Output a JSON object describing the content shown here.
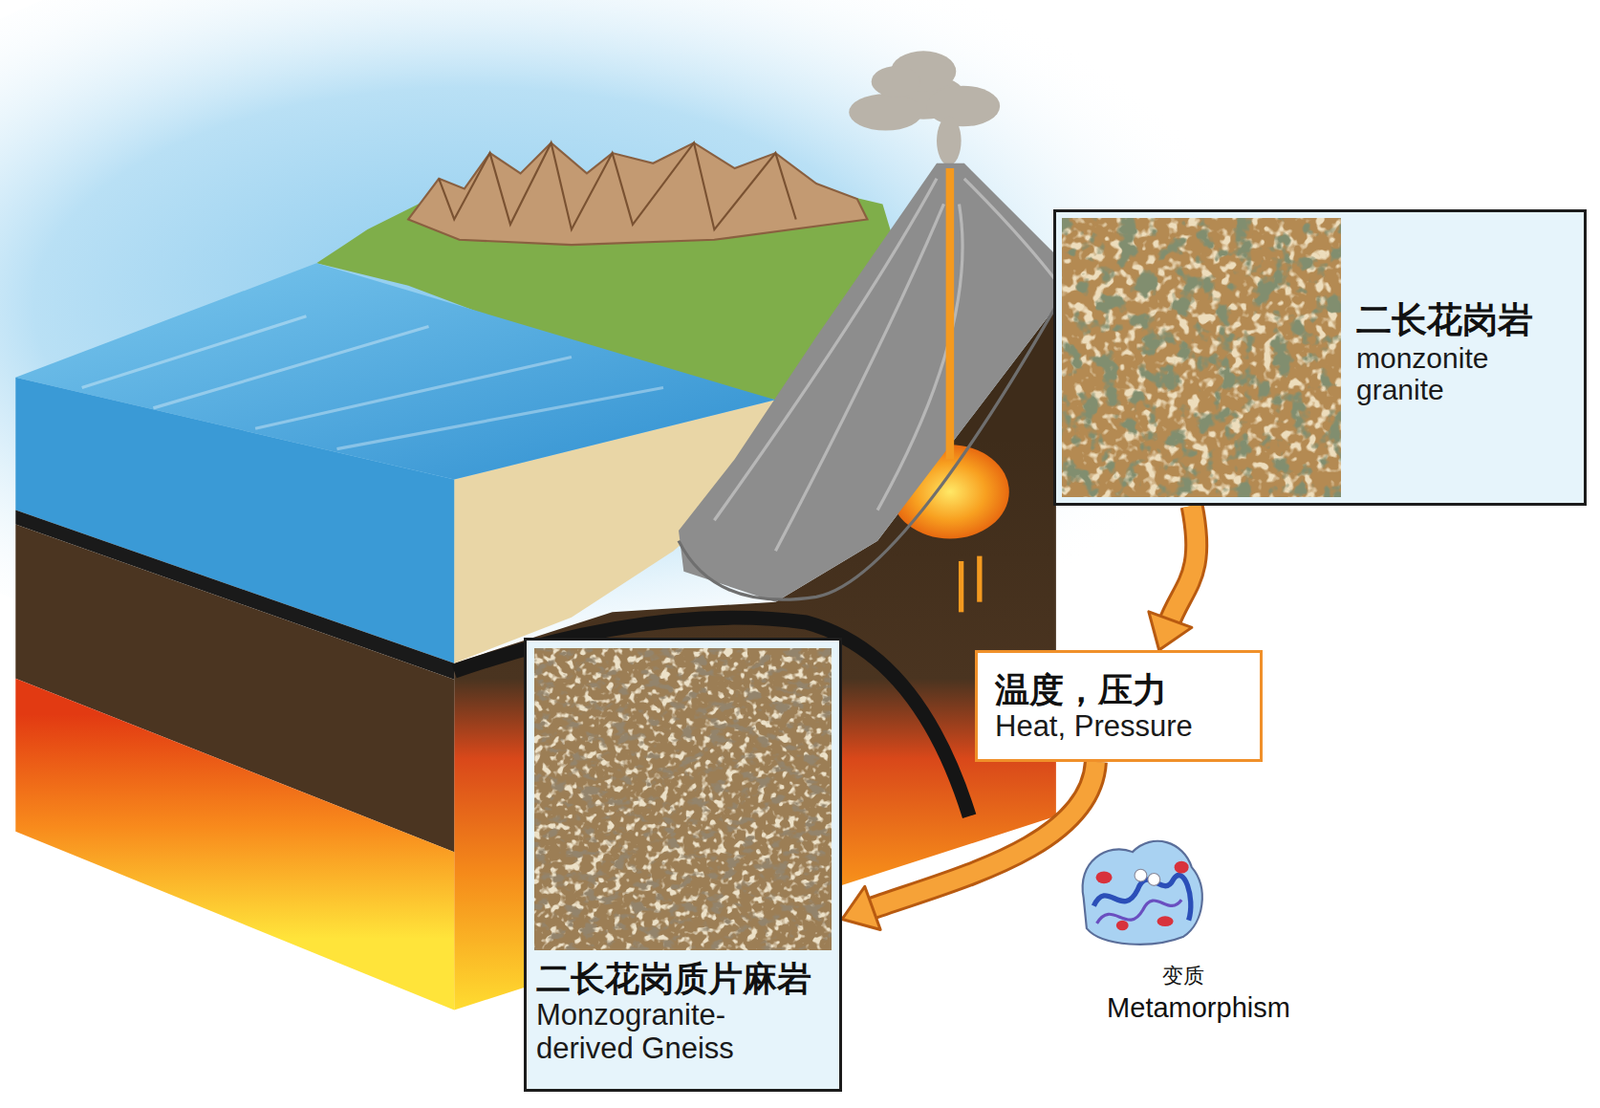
{
  "diagram": {
    "nodes": [
      {
        "text": [
          "二长花岗岩",
          "monzonite granite"
        ]
      },
      {
        "text": [
          "温度，压力",
          "Heat, Pressure"
        ]
      },
      {
        "text": [
          "二长花岗质片麻岩",
          "Monzogranite-derived Gneiss"
        ]
      }
    ],
    "edges": [
      {
        "from": 0,
        "to": 1,
        "arrow": "to"
      },
      {
        "from": 1,
        "to": 2,
        "arrow": "to"
      }
    ],
    "labels": [
      "变质",
      "Metamorphism"
    ]
  }
}
